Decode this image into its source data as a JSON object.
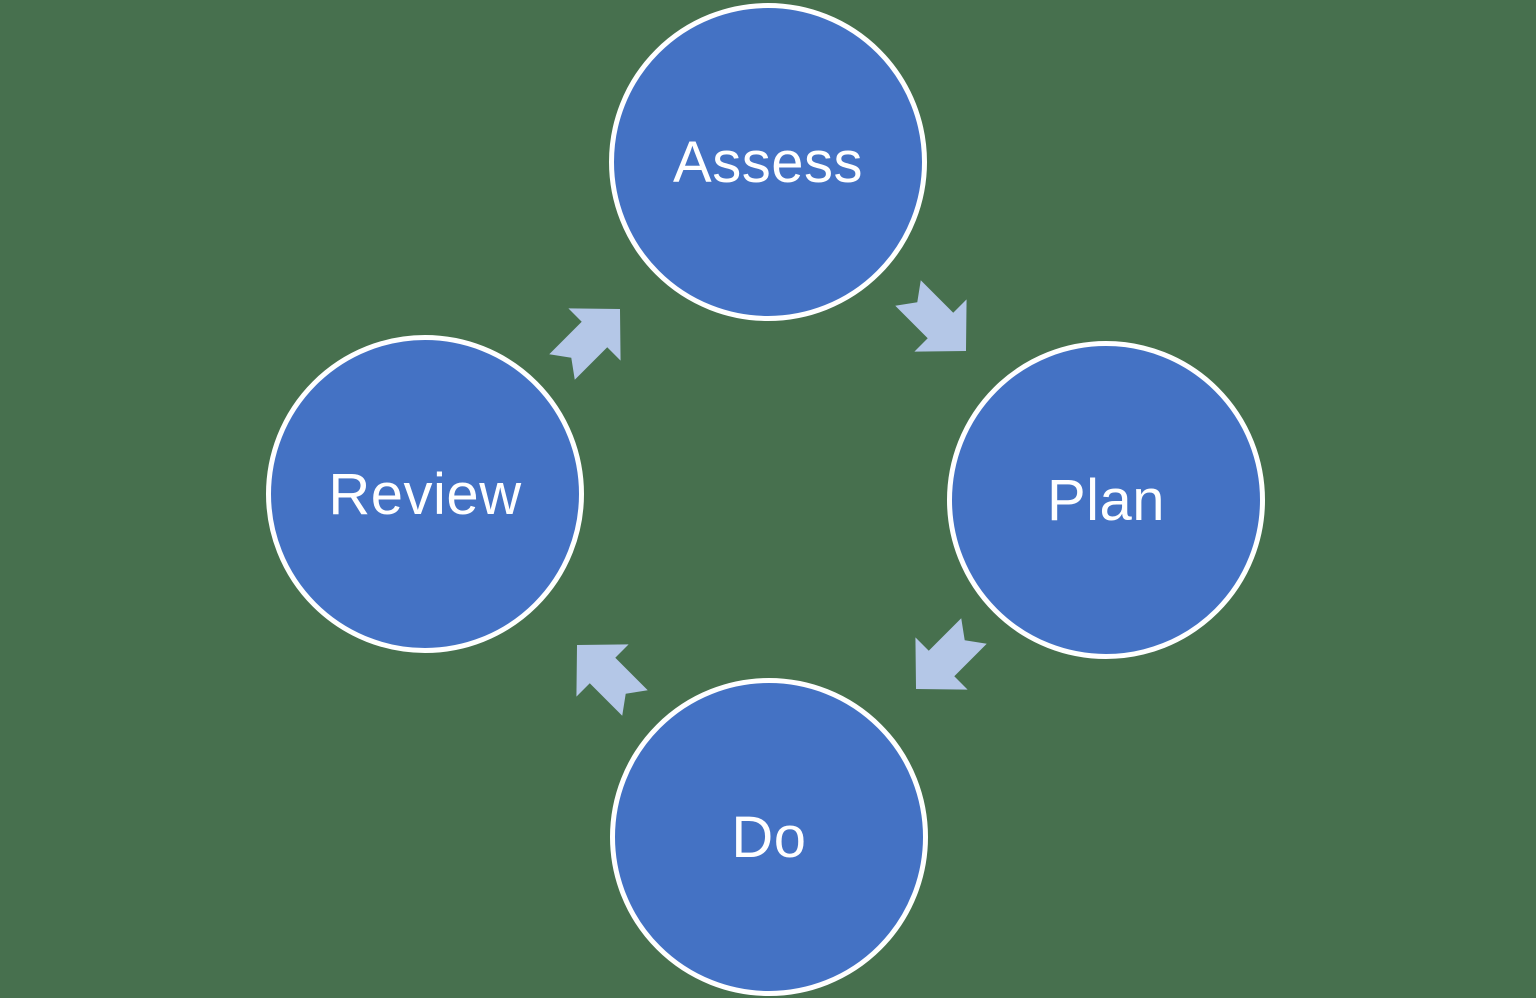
{
  "diagram": {
    "type": "cycle",
    "nodes": [
      {
        "id": "assess",
        "label": "Assess",
        "position": "top"
      },
      {
        "id": "plan",
        "label": "Plan",
        "position": "right"
      },
      {
        "id": "do",
        "label": "Do",
        "position": "bottom"
      },
      {
        "id": "review",
        "label": "Review",
        "position": "left"
      }
    ],
    "arrows": [
      {
        "from": "assess",
        "to": "plan",
        "direction": "southeast"
      },
      {
        "from": "plan",
        "to": "do",
        "direction": "southwest"
      },
      {
        "from": "do",
        "to": "review",
        "direction": "northwest"
      },
      {
        "from": "review",
        "to": "assess",
        "direction": "northeast"
      }
    ],
    "flow_order": [
      "Assess",
      "Plan",
      "Do",
      "Review"
    ],
    "colors": {
      "background": "#47704E",
      "node_fill": "#4472C4",
      "node_border": "#FFFFFF",
      "arrow_fill": "#B4C7E7",
      "text": "#FFFFFF"
    }
  }
}
